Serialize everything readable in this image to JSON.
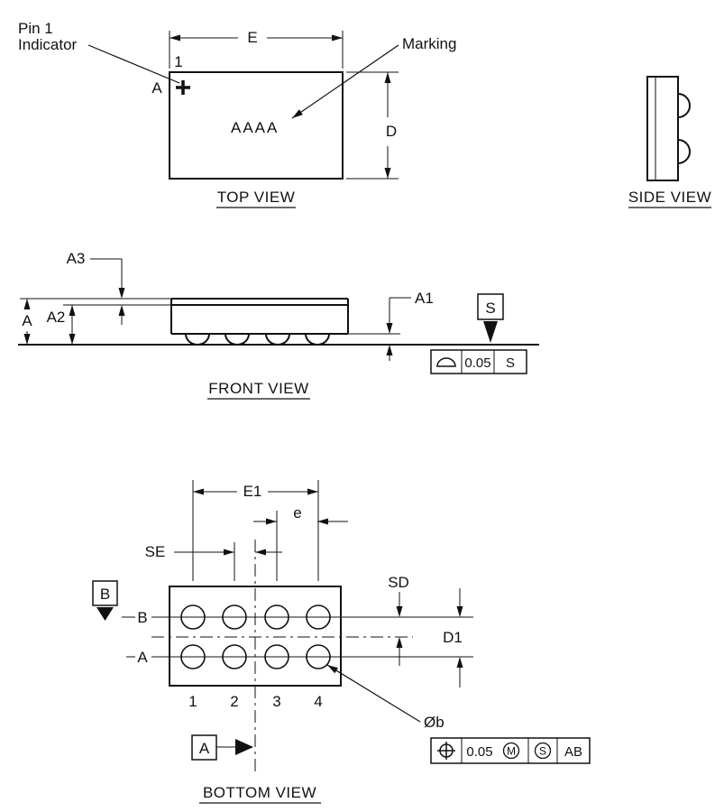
{
  "page": {
    "background": "#ffffff",
    "ink": "#111111"
  },
  "top_view": {
    "title": "TOP VIEW",
    "pin1_label_line1": "Pin 1",
    "pin1_label_line2": "Indicator",
    "pin1_number": "1",
    "corner_label": "A",
    "dim_E": "E",
    "dim_D": "D",
    "marking_label": "Marking",
    "marking_text": "AAAA"
  },
  "side_view": {
    "title": "SIDE VIEW"
  },
  "front_view": {
    "title": "FRONT VIEW",
    "dim_A": "A",
    "dim_A1": "A1",
    "dim_A2": "A2",
    "dim_A3": "A3",
    "datum_S": "S",
    "fcf": {
      "tolerance": "0.05",
      "datum": "S"
    }
  },
  "bottom_view": {
    "title": "BOTTOM VIEW",
    "dim_E1": "E1",
    "dim_e": "e",
    "dim_SE": "SE",
    "dim_SD": "SD",
    "dim_D1": "D1",
    "row_top_label": "B",
    "row_bottom_label": "A",
    "datum_B": "B",
    "datum_A": "A",
    "pin_numbers": [
      "1",
      "2",
      "3",
      "4"
    ],
    "dim_diameter": "Øb",
    "fcf": {
      "tolerance": "0.05",
      "modifier_m": "M",
      "modifier_s": "S",
      "datums": "AB"
    }
  }
}
